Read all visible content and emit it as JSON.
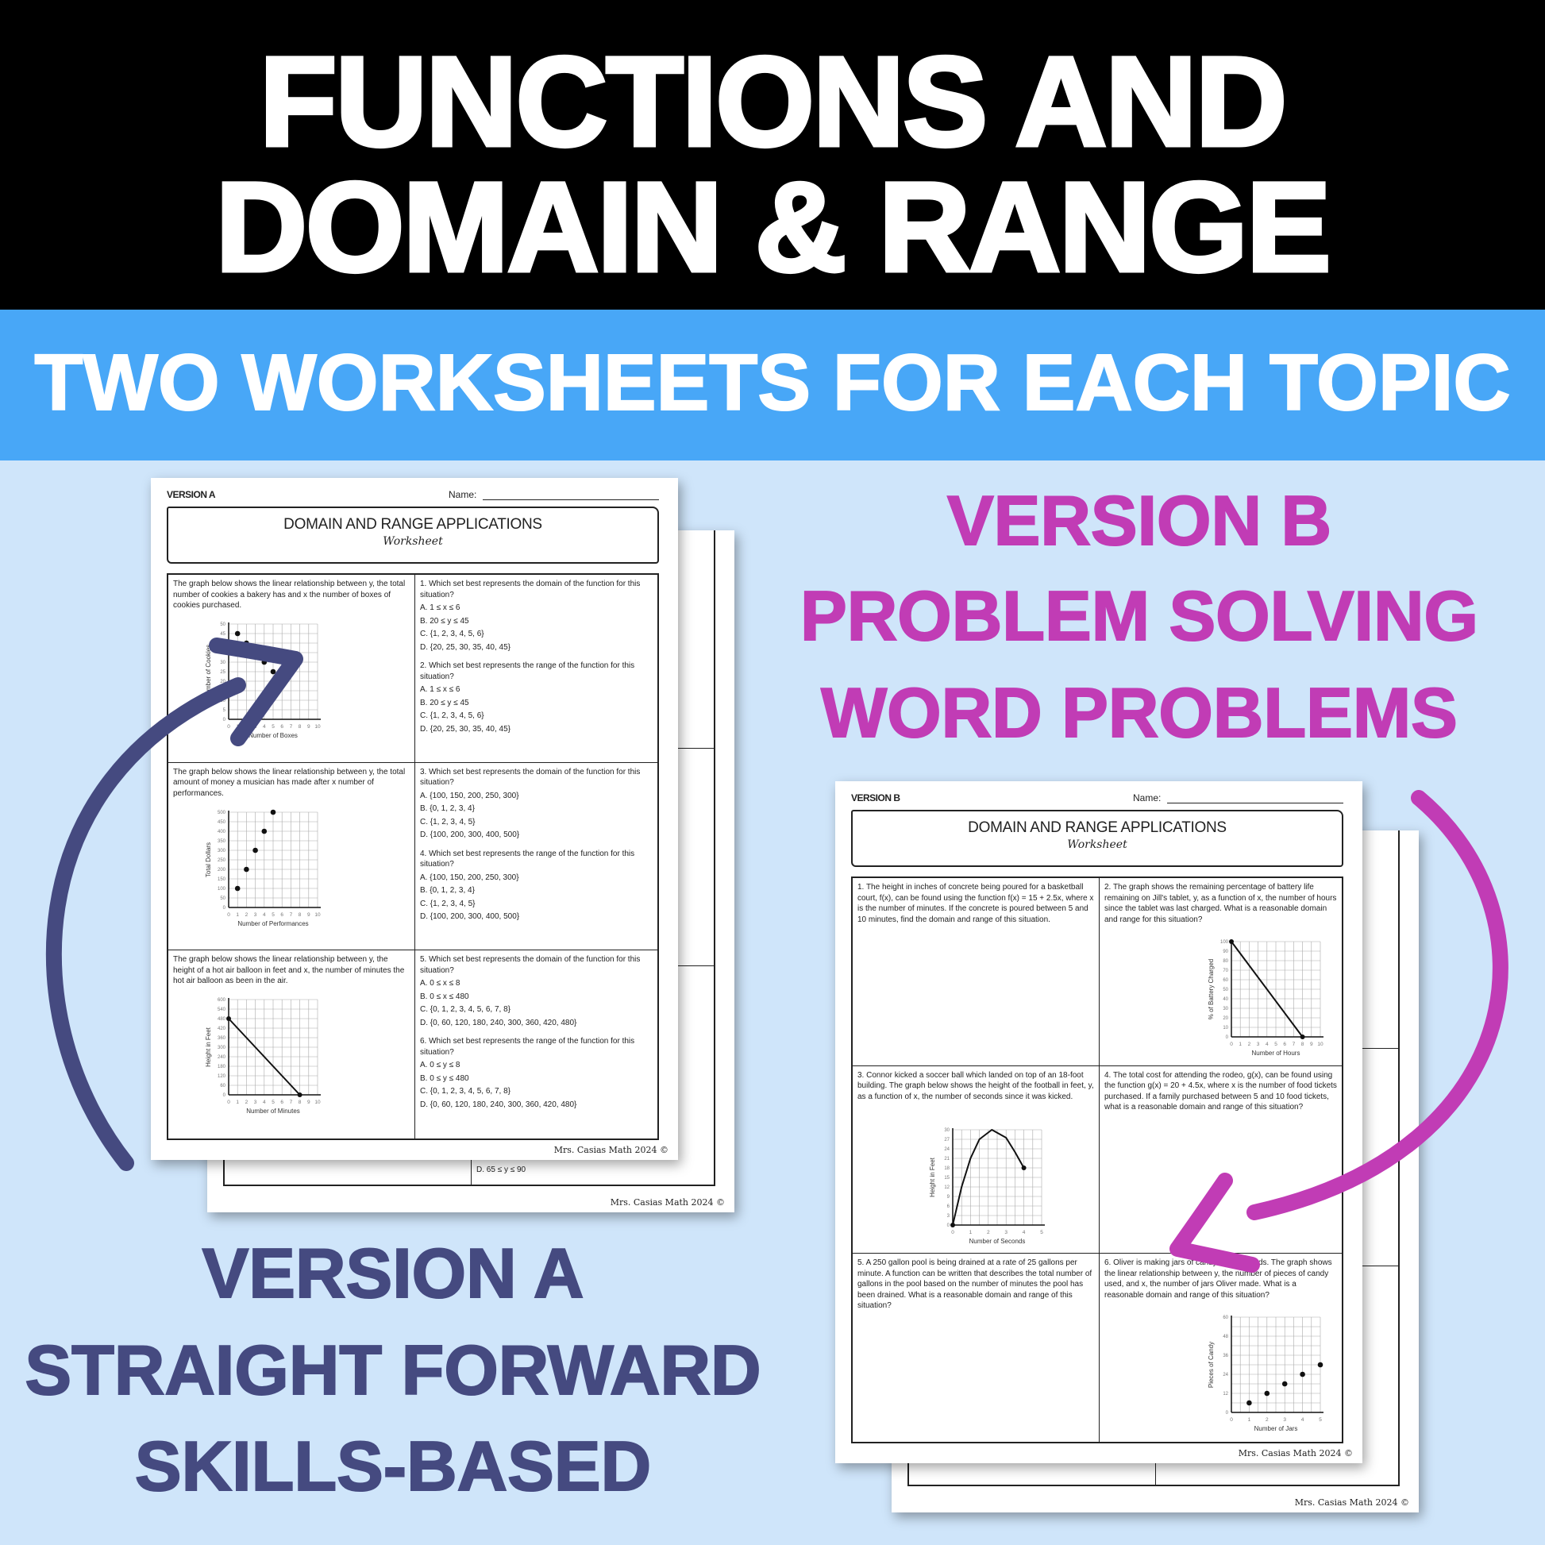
{
  "header": {
    "line1": "FUNCTIONS AND",
    "line2": "DOMAIN & RANGE"
  },
  "band": {
    "text": "TWO WORKSHEETS FOR EACH TOPIC"
  },
  "version_b": {
    "l1": "VERSION B",
    "l2": "PROBLEM SOLVING",
    "l3": "WORD PROBLEMS"
  },
  "version_a": {
    "l1": "VERSION A",
    "l2": "STRAIGHT FORWARD",
    "l3": "SKILLS-BASED"
  },
  "colors": {
    "black": "#000000",
    "band": "#48a7f7",
    "bg": "#cfe5fa",
    "purple": "#c13cb5",
    "navy": "#454a80"
  },
  "sheet_common": {
    "name_label": "Name:",
    "title": "DOMAIN AND RANGE APPLICATIONS",
    "subtitle": "Worksheet",
    "footer": "Mrs. Casias Math 2024 ©"
  },
  "back_a": {
    "option": "D.  65 ≤ y ≤ 90"
  },
  "sheet_a": {
    "version": "VERSION A",
    "rows": [
      {
        "prompt": "The graph below shows the linear relationship between y, the total number of cookies a bakery has and x the number of boxes of cookies purchased.",
        "graph": {
          "type": "scatter",
          "xlabel": "Number of Boxes",
          "ylabel": "Number of Cookies",
          "xmax": 10,
          "ymax": 50,
          "xticks": [
            0,
            1,
            2,
            3,
            4,
            5,
            6,
            7,
            8,
            9,
            10
          ],
          "yticks": [
            0,
            5,
            10,
            15,
            20,
            25,
            30,
            35,
            40,
            45,
            50
          ],
          "points": [
            [
              1,
              45
            ],
            [
              2,
              40
            ],
            [
              3,
              35
            ],
            [
              4,
              30
            ],
            [
              5,
              25
            ],
            [
              6,
              20
            ]
          ]
        },
        "questions": [
          {
            "q": "1. Which set best represents the domain of the function for this situation?",
            "options": [
              "A.  1 ≤ x ≤ 6",
              "B.  20 ≤ y ≤ 45",
              "C.  {1, 2, 3, 4, 5, 6}",
              "D.  {20, 25, 30, 35, 40, 45}"
            ]
          },
          {
            "q": "2. Which set best represents the range of the function for this situation?",
            "options": [
              "A.  1 ≤ x ≤ 6",
              "B.  20 ≤ y ≤ 45",
              "C.  {1, 2, 3, 4, 5, 6}",
              "D.  {20, 25, 30, 35, 40, 45}"
            ]
          }
        ]
      },
      {
        "prompt": "The graph below shows the linear relationship between y, the total amount of money a musician has made after x number of performances.",
        "graph": {
          "type": "scatter",
          "xlabel": "Number of Performances",
          "ylabel": "Total Dollars",
          "xmax": 10,
          "ymax": 500,
          "xticks": [
            0,
            1,
            2,
            3,
            4,
            5,
            6,
            7,
            8,
            9,
            10
          ],
          "yticks": [
            0,
            50,
            100,
            150,
            200,
            250,
            300,
            350,
            400,
            450,
            500
          ],
          "points": [
            [
              1,
              100
            ],
            [
              2,
              200
            ],
            [
              3,
              300
            ],
            [
              4,
              400
            ],
            [
              5,
              500
            ]
          ]
        },
        "questions": [
          {
            "q": "3. Which set best represents the domain of the function for this situation?",
            "options": [
              "A.  {100, 150, 200, 250, 300}",
              "B.  {0, 1, 2, 3, 4}",
              "C.  {1, 2, 3, 4, 5}",
              "D.  {100, 200, 300, 400, 500}"
            ]
          },
          {
            "q": "4. Which set best represents the range of the function for this situation?",
            "options": [
              "A.  {100, 150, 200, 250, 300}",
              "B.  {0, 1, 2, 3, 4}",
              "C.  {1, 2, 3, 4, 5}",
              "D.  {100, 200, 300, 400, 500}"
            ]
          }
        ]
      },
      {
        "prompt": "The graph below shows the linear relationship between y, the height of a hot air balloon in feet and x, the number of minutes the hot air balloon as been in the air.",
        "graph": {
          "type": "line",
          "xlabel": "Number of Minutes",
          "ylabel": "Height in Feet",
          "xmax": 10,
          "ymax": 600,
          "xticks": [
            0,
            1,
            2,
            3,
            4,
            5,
            6,
            7,
            8,
            9,
            10
          ],
          "yticks": [
            0,
            60,
            120,
            180,
            240,
            300,
            360,
            420,
            480,
            540,
            600
          ],
          "points": [
            [
              0,
              480
            ],
            [
              8,
              0
            ]
          ]
        },
        "questions": [
          {
            "q": "5. Which set best represents the domain of the function for this situation?",
            "options": [
              "A.  0 ≤ x ≤ 8",
              "B.  0 ≤ x ≤ 480",
              "C.  {0, 1, 2, 3, 4, 5, 6, 7, 8}",
              "D.  {0, 60, 120, 180, 240, 300, 360, 420, 480}"
            ]
          },
          {
            "q": "6. Which set best represents the range of the function for this situation?",
            "options": [
              "A.  0 ≤ y ≤ 8",
              "B.  0 ≤ y ≤ 480",
              "C.  {0, 1, 2, 3, 4, 5, 6, 7, 8}",
              "D.  {0, 60, 120, 180, 240, 300, 360, 420, 480}"
            ]
          }
        ]
      }
    ]
  },
  "sheet_b": {
    "version": "VERSION B",
    "cells": [
      {
        "text": "1. The height in inches of concrete being poured for a basketball court, f(x), can be found using the function f(x) = 15 + 2.5x, where x is the number of minutes. If the concrete is poured between 5 and 10 minutes, find the domain and range of this situation."
      },
      {
        "text": "2. The graph shows the remaining percentage of battery life remaining on Jill's tablet, y, as a function of x, the number of hours since the tablet was last charged. What is a reasonable domain and range for this situation?",
        "graph": {
          "type": "line",
          "xlabel": "Number of Hours",
          "ylabel": "% of Battery Charged",
          "xmax": 10,
          "ymax": 100,
          "xticks": [
            0,
            1,
            2,
            3,
            4,
            5,
            6,
            7,
            8,
            9,
            10
          ],
          "yticks": [
            0,
            10,
            20,
            30,
            40,
            50,
            60,
            70,
            80,
            90,
            100
          ],
          "points": [
            [
              0,
              100
            ],
            [
              8,
              0
            ]
          ]
        }
      },
      {
        "text": "3. Connor kicked a soccer ball which landed on top of an 18-foot building. The graph below shows the height of the football in feet, y, as a function of x, the number of seconds since it was kicked.",
        "graph": {
          "type": "curve",
          "xlabel": "Number of Seconds",
          "ylabel": "Height in Feet",
          "xmax": 5,
          "ymax": 30,
          "xticks": [
            0,
            1,
            2,
            3,
            4,
            5
          ],
          "yticks": [
            0,
            3,
            6,
            9,
            12,
            15,
            18,
            21,
            24,
            27,
            30
          ],
          "points": [
            [
              0,
              0
            ],
            [
              0.5,
              12
            ],
            [
              1,
              21
            ],
            [
              1.5,
              27
            ],
            [
              2.2,
              30
            ],
            [
              3,
              27.5
            ],
            [
              3.5,
              23
            ],
            [
              4,
              18
            ]
          ]
        }
      },
      {
        "text": "4. The total cost for attending the rodeo, g(x), can be found using the function g(x) = 20 + 4.5x, where x is the number of food tickets purchased. If a family purchased between 5 and 10 food tickets, what is a reasonable domain and range of this situation?"
      },
      {
        "text": "5. A 250 gallon pool is being drained at a rate of 25 gallons per minute. A function can be written that describes the total number of gallons in the pool based on the number of minutes the pool has been drained. What is a reasonable domain and range of this situation?"
      },
      {
        "text": "6. Oliver is making jars of candy for his friends. The graph shows the linear relationship between y, the number of pieces of candy used, and x, the number of jars Oliver made. What is a reasonable domain and range of this situation?",
        "graph": {
          "type": "scatter",
          "xlabel": "Number of Jars",
          "ylabel": "Pieces of Candy",
          "xmax": 5,
          "ymax": 60,
          "xticks": [
            0,
            1,
            2,
            3,
            4,
            5
          ],
          "yticks": [
            0,
            12,
            24,
            36,
            48,
            60
          ],
          "points": [
            [
              1,
              6
            ],
            [
              2,
              12
            ],
            [
              3,
              18
            ],
            [
              4,
              24
            ],
            [
              5,
              30
            ]
          ]
        }
      }
    ]
  }
}
